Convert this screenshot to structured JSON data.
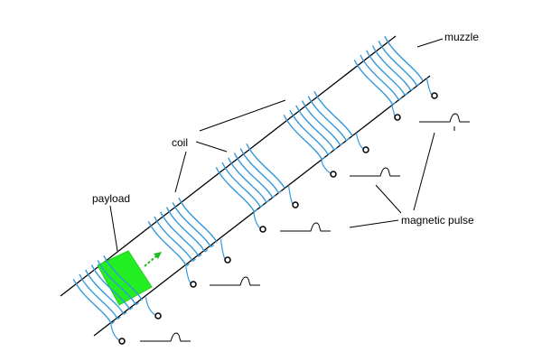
{
  "labels": {
    "muzzle": "muzzle",
    "coil": "coil",
    "payload": "payload",
    "magnetic_pulse": "magnetic pulse"
  },
  "colors": {
    "coil": "#3399dd",
    "payload": "#22ee22",
    "arrow": "#22bb22",
    "line": "#000000",
    "background": "#ffffff"
  },
  "diagram": {
    "barrel_rails": 2,
    "coils": 5,
    "turns_per_coil": 6,
    "pulse_traces": 5
  }
}
